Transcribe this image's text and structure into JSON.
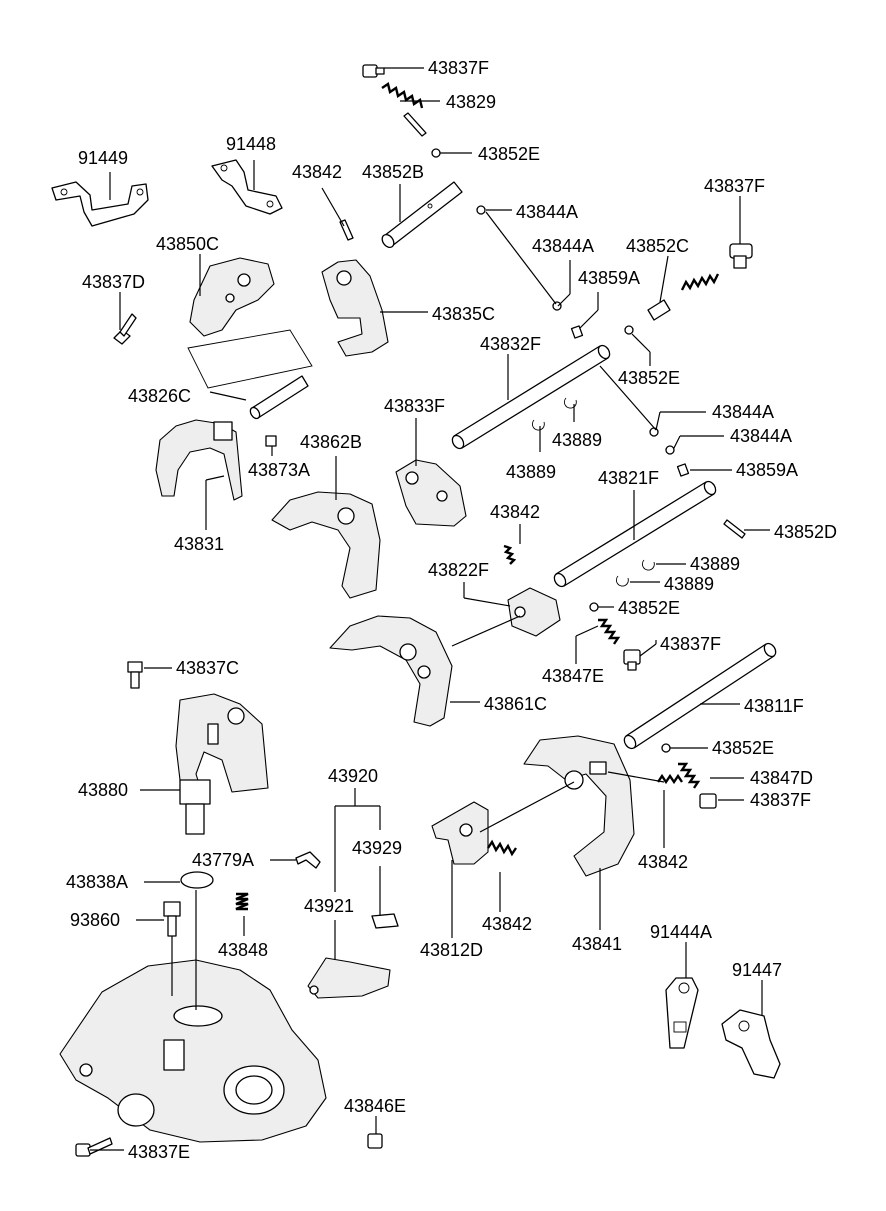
{
  "labels": {
    "l_43837F_a": "43837F",
    "l_43829": "43829",
    "l_43852E_a": "43852E",
    "l_91449": "91449",
    "l_91448": "91448",
    "l_43842_a": "43842",
    "l_43852B": "43852B",
    "l_43837F_b": "43837F",
    "l_43844A_a": "43844A",
    "l_43850C": "43850C",
    "l_43844A_b": "43844A",
    "l_43852C": "43852C",
    "l_43837D": "43837D",
    "l_43859A_a": "43859A",
    "l_43835C": "43835C",
    "l_43832F": "43832F",
    "l_43852E_b": "43852E",
    "l_43826C": "43826C",
    "l_43833F": "43833F",
    "l_43844A_c": "43844A",
    "l_43844A_d": "43844A",
    "l_43862B": "43862B",
    "l_43889_a": "43889",
    "l_43873A": "43873A",
    "l_43889_b": "43889",
    "l_43821F": "43821F",
    "l_43859A_b": "43859A",
    "l_43831": "43831",
    "l_43842_b": "43842",
    "l_43852D": "43852D",
    "l_43822F": "43822F",
    "l_43889_c": "43889",
    "l_43889_d": "43889",
    "l_43852E_c": "43852E",
    "l_43837F_c": "43837F",
    "l_43837C": "43837C",
    "l_43847E": "43847E",
    "l_43861C": "43861C",
    "l_43811F": "43811F",
    "l_43852E_d": "43852E",
    "l_43920": "43920",
    "l_43847D": "43847D",
    "l_43880": "43880",
    "l_43837F_d": "43837F",
    "l_43779A": "43779A",
    "l_43929": "43929",
    "l_43842_c": "43842",
    "l_43838A": "43838A",
    "l_43921": "43921",
    "l_93860": "93860",
    "l_43842_d": "43842",
    "l_43848": "43848",
    "l_43812D": "43812D",
    "l_43841": "43841",
    "l_91444A": "91444A",
    "l_91447": "91447",
    "l_43846E": "43846E",
    "l_43837E": "43837E"
  }
}
